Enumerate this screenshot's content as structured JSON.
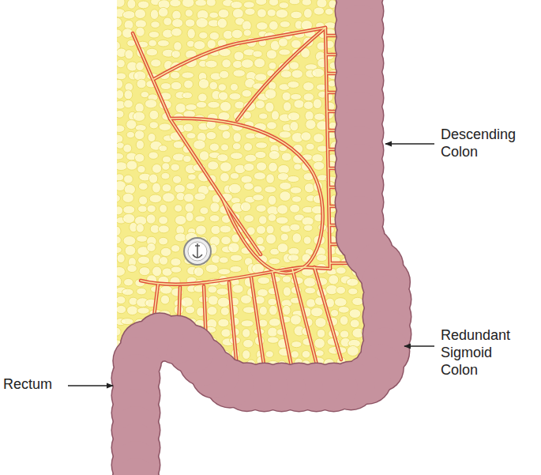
{
  "diagram": {
    "labels": [
      "Descending Colon",
      "Redundant Sigmoid Colon",
      "Rectum"
    ]
  }
}
